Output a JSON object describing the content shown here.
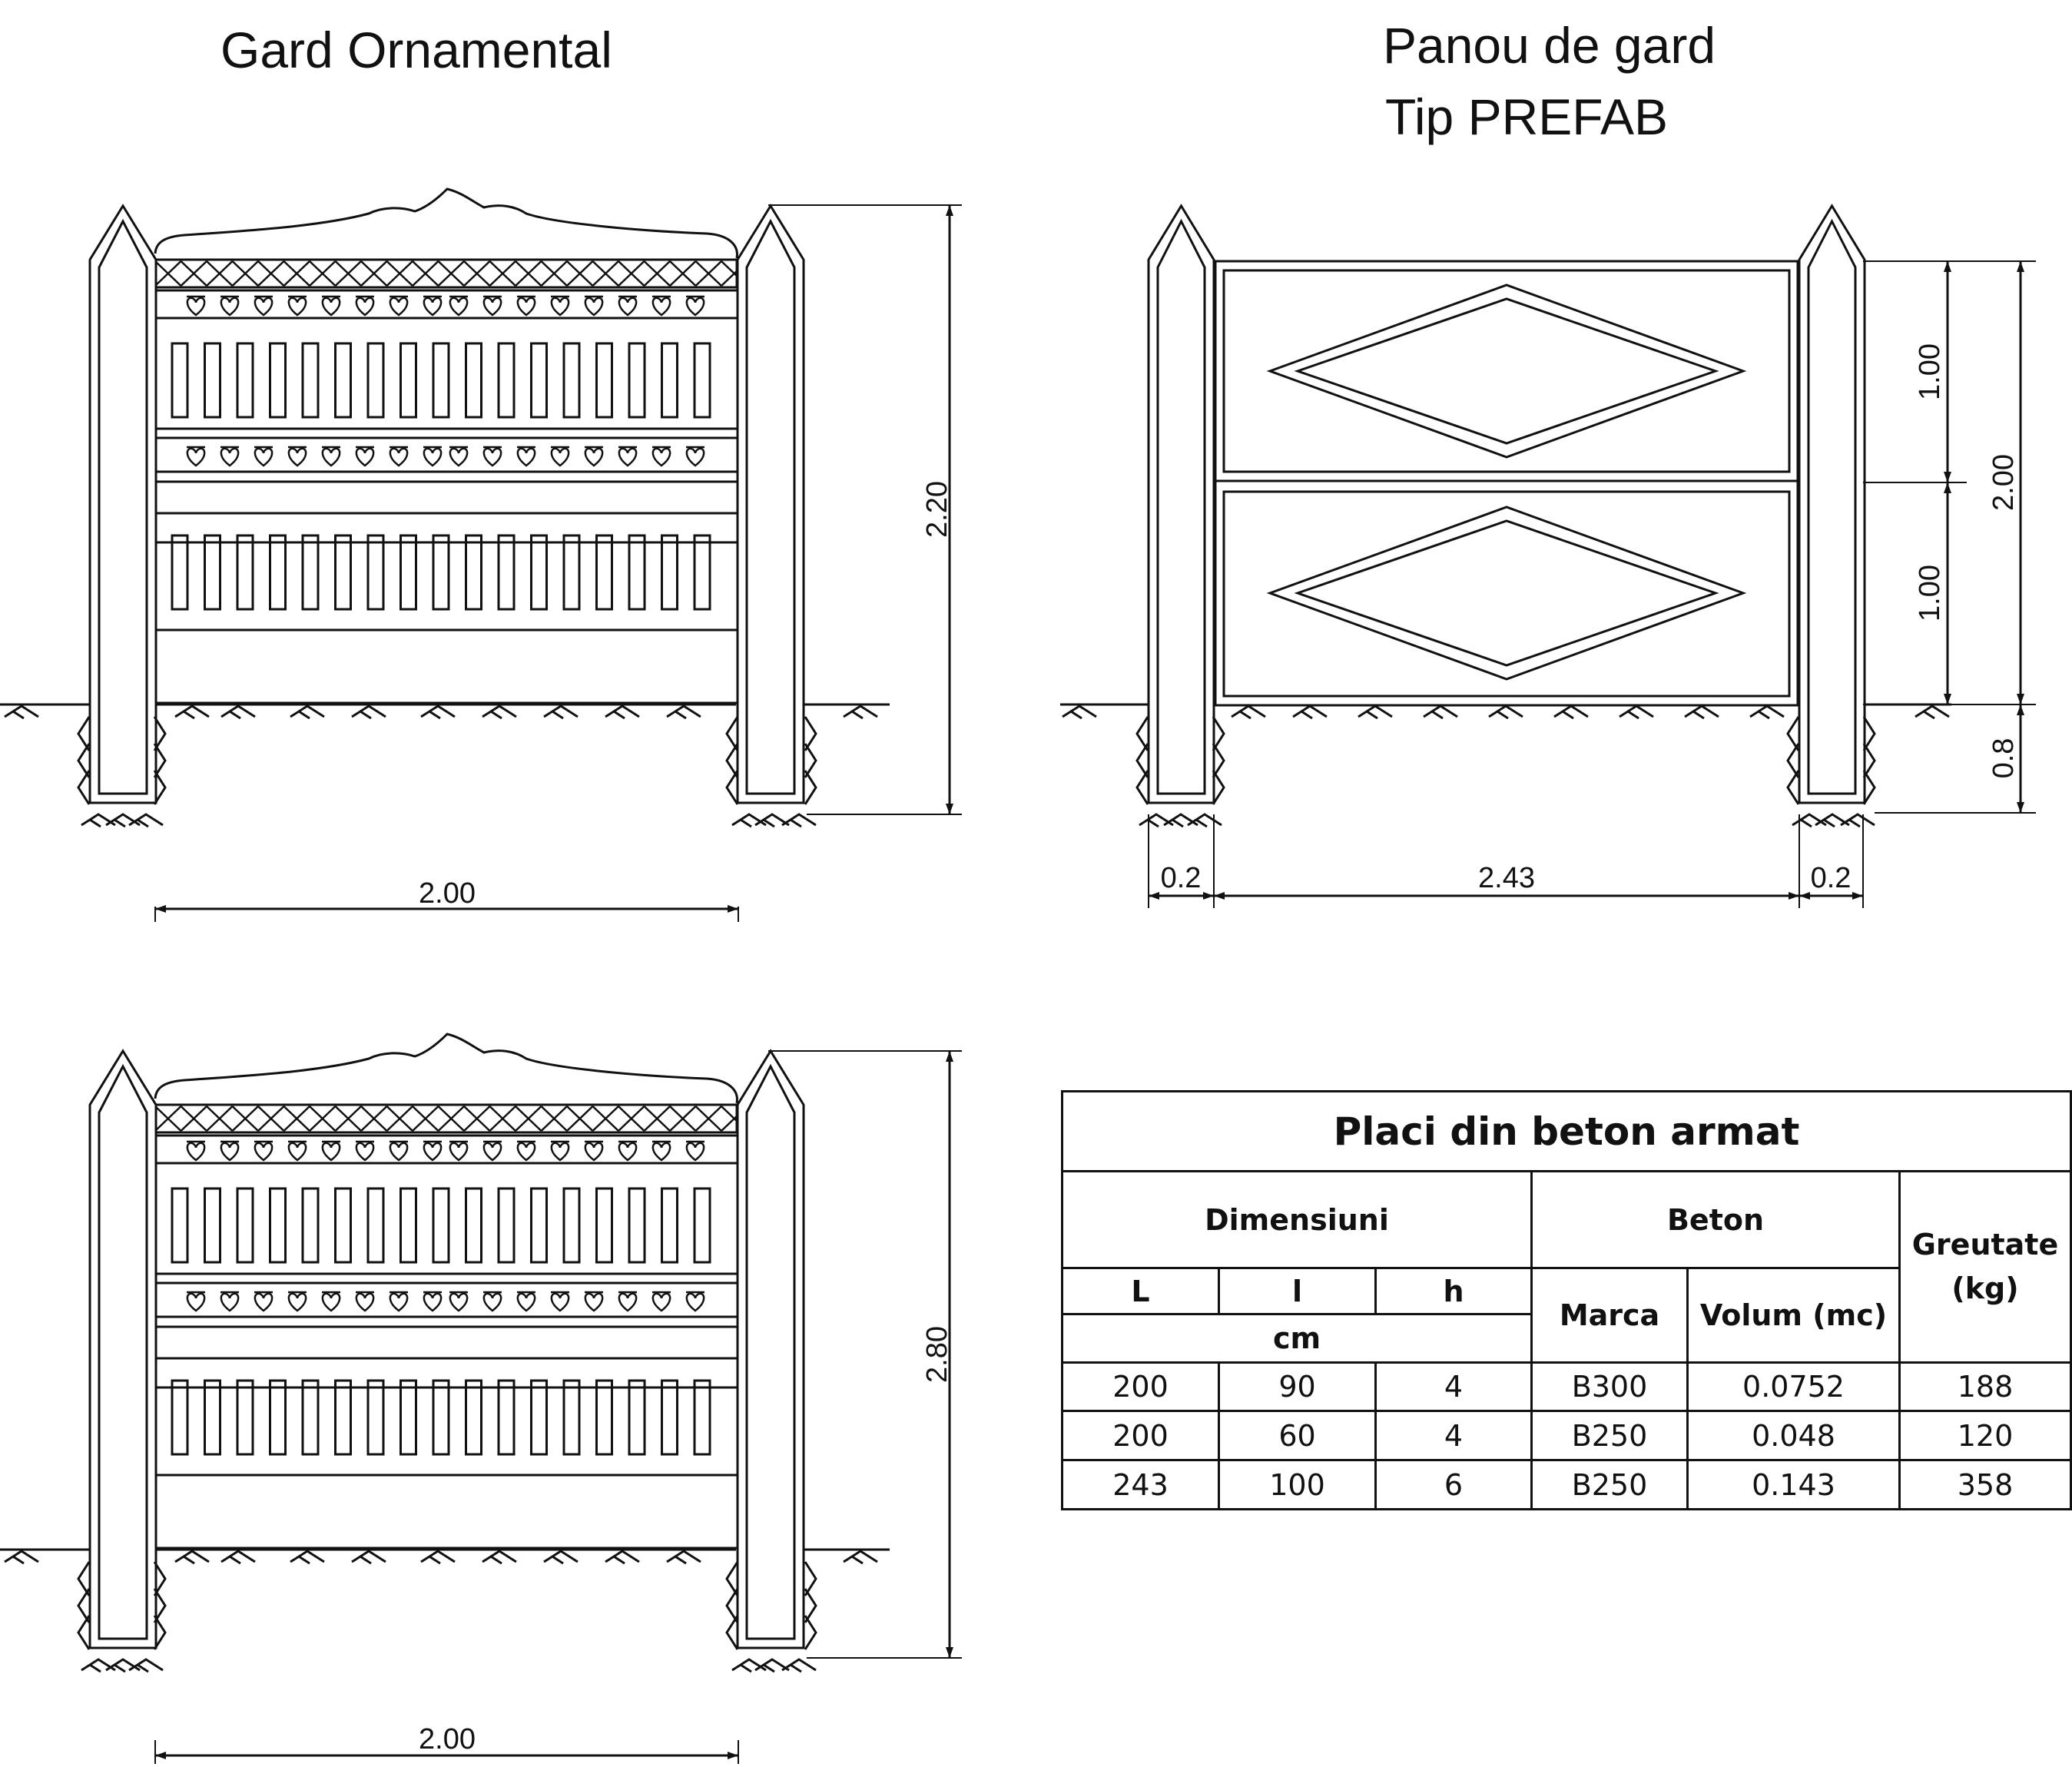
{
  "titles": {
    "left": "Gard Ornamental",
    "right_line1": "Panou de gard",
    "right_line2": "Tip PREFAB"
  },
  "dimensions": {
    "ornamental_top": {
      "height": "2.20",
      "width": "2.00"
    },
    "ornamental_bottom": {
      "height": "2.80",
      "width": "2.00"
    },
    "prefab": {
      "upper_panel": "1.00",
      "lower_panel": "1.00",
      "panel_total": "2.00",
      "buried": "0.8",
      "post_left": "0.2",
      "span": "2.43",
      "post_right": "0.2"
    }
  },
  "table": {
    "title": "Placi din beton armat",
    "group_dimensions": "Dimensiuni",
    "group_beton": "Beton",
    "col_L": "L",
    "col_l": "l",
    "col_h": "h",
    "unit": "cm",
    "col_marca": "Marca",
    "col_volum": "Volum (mc)",
    "col_greutate_1": "Greutate",
    "col_greutate_2": "(kg)",
    "rows": [
      {
        "L": "200",
        "l": "90",
        "h": "4",
        "marca": "B300",
        "volum": "0.0752",
        "greutate": "188"
      },
      {
        "L": "200",
        "l": "60",
        "h": "4",
        "marca": "B250",
        "volum": "0.048",
        "greutate": "120"
      },
      {
        "L": "243",
        "l": "100",
        "h": "6",
        "marca": "B250",
        "volum": "0.143",
        "greutate": "358"
      }
    ]
  }
}
